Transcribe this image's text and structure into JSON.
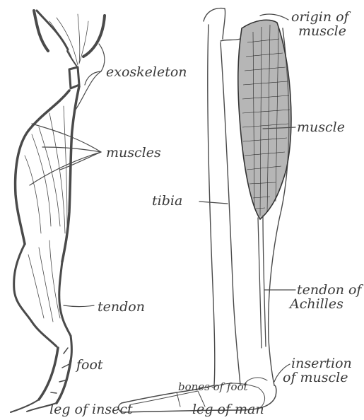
{
  "insect_leg": {
    "caption": "leg of insect",
    "labels": {
      "exoskeleton": "exoskeleton",
      "muscles": "muscles",
      "tendon": "tendon",
      "foot": "foot"
    }
  },
  "human_leg": {
    "caption": "leg of man",
    "labels": {
      "origin_line1": "origin of",
      "origin_line2": "muscle",
      "muscle": "muscle",
      "tibia": "tibia",
      "tendon_line1": "tendon of",
      "tendon_line2": "Achilles",
      "bones_of_foot": "bones of foot",
      "insertion_line1": "insertion",
      "insertion_line2": "of muscle"
    }
  },
  "colors": {
    "ink": "#4a4a4a",
    "background": "#ffffff"
  }
}
